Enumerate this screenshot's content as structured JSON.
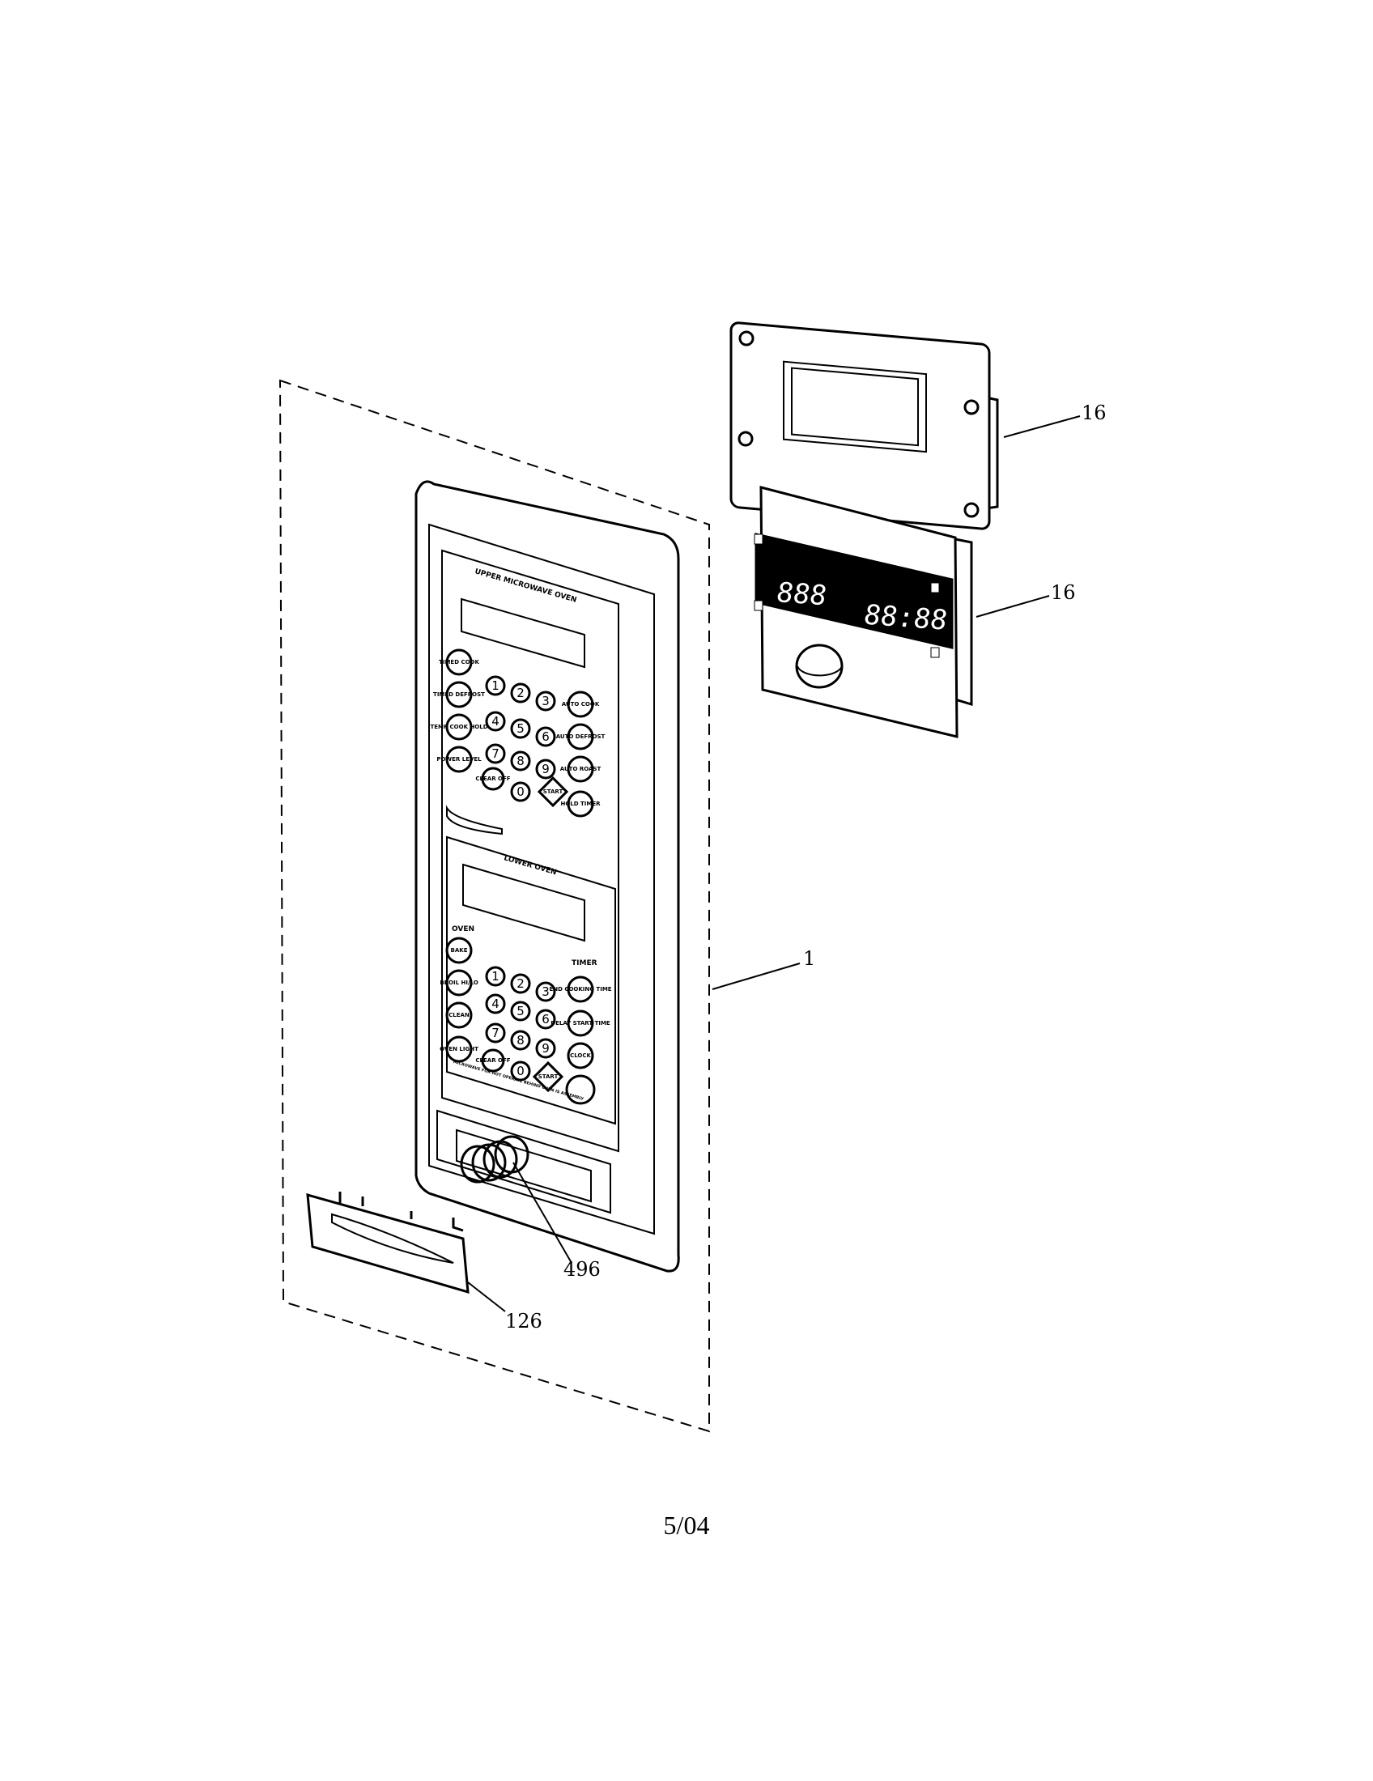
{
  "callouts": {
    "board_top": "16",
    "board_display": "16",
    "panel_assembly": "1",
    "spring": "496",
    "handle": "126"
  },
  "panel": {
    "upper_title": "UPPER MICROWAVE OVEN",
    "lower_title": "LOWER OVEN",
    "oven_label": "OVEN",
    "timer_label": "TIMER",
    "bottom_note": "MICROWAVE FOR HOT OPERATE BEHIND OVEN IS ASSEMBLY",
    "upper_left_keys": [
      "TIMED COOK",
      "TIMED DEFROST",
      "TEMP COOK HOLD",
      "POWER LEVEL",
      "CLEAR OFF"
    ],
    "upper_right_keys": [
      "AUTO COOK",
      "AUTO DEFROST",
      "AUTO ROAST",
      "HOLD TIMER",
      "START"
    ],
    "lower_left_keys": [
      "BAKE",
      "BROIL HI/LO",
      "CLEAN",
      "OVEN LIGHT",
      "CLEAR OFF"
    ],
    "lower_right_keys": [
      "END COOKING TIME",
      "DELAY START TIME",
      "CLOCK",
      "",
      "START"
    ],
    "digits": [
      "1",
      "2",
      "3",
      "4",
      "5",
      "6",
      "7",
      "8",
      "9",
      "0"
    ]
  },
  "display": {
    "left_readout": "888",
    "right_readout": "88:88"
  },
  "footer": {
    "date_code": "5/04"
  }
}
